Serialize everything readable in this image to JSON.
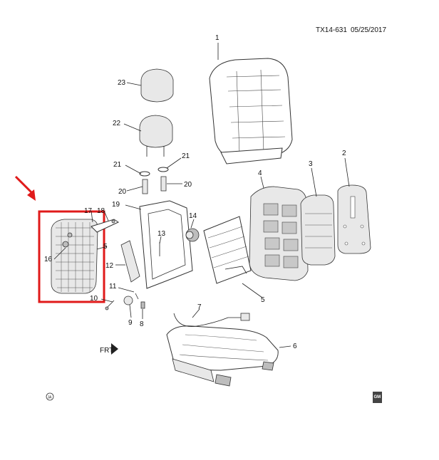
{
  "header": {
    "code": "TX14-631",
    "date": "05/25/2017"
  },
  "callouts": [
    {
      "id": "c1",
      "text": "1"
    },
    {
      "id": "c2",
      "text": "2"
    },
    {
      "id": "c3",
      "text": "3"
    },
    {
      "id": "c4",
      "text": "4"
    },
    {
      "id": "c5a",
      "text": "5"
    },
    {
      "id": "c5b",
      "text": "5"
    },
    {
      "id": "c6",
      "text": "6"
    },
    {
      "id": "c7",
      "text": "7"
    },
    {
      "id": "c8",
      "text": "8"
    },
    {
      "id": "c9",
      "text": "9"
    },
    {
      "id": "c10",
      "text": "10"
    },
    {
      "id": "c11",
      "text": "11"
    },
    {
      "id": "c12",
      "text": "12"
    },
    {
      "id": "c13",
      "text": "13"
    },
    {
      "id": "c14",
      "text": "14"
    },
    {
      "id": "c16",
      "text": "16"
    },
    {
      "id": "c17",
      "text": "17"
    },
    {
      "id": "c18",
      "text": "18"
    },
    {
      "id": "c19",
      "text": "19"
    },
    {
      "id": "c20a",
      "text": "20"
    },
    {
      "id": "c20b",
      "text": "20"
    },
    {
      "id": "c21a",
      "text": "21"
    },
    {
      "id": "c21b",
      "text": "21"
    },
    {
      "id": "c22",
      "text": "22"
    },
    {
      "id": "c23",
      "text": "23"
    }
  ],
  "front_marker": "FRT",
  "footer": {
    "seal_text": "JA",
    "logo_text": "GM"
  },
  "colors": {
    "highlight": "#e01a1a",
    "ink": "#222222"
  }
}
